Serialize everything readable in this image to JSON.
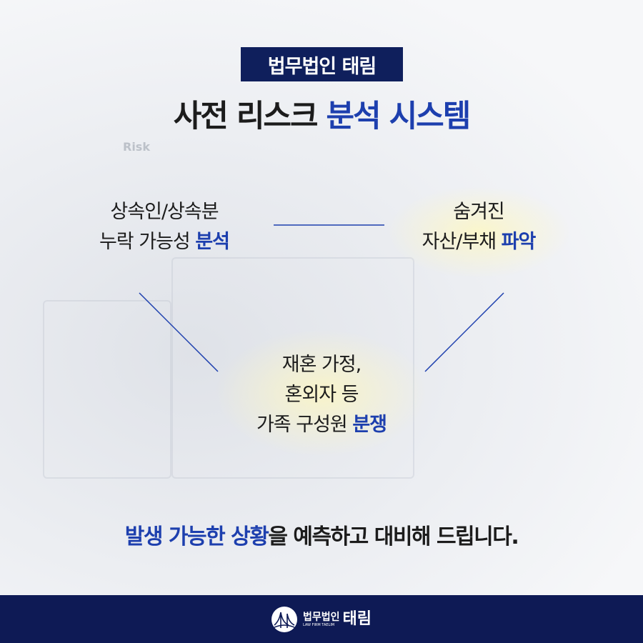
{
  "background": {
    "watermark_text": "Risk"
  },
  "badge": "법무법인 태림",
  "title": {
    "plain": "사전 리스크 ",
    "highlight": "분석 시스템"
  },
  "items": [
    {
      "line1": "상속인/상속분",
      "line2_plain": "누락 가능성 ",
      "line2_highlight": "분석"
    },
    {
      "line1": "숨겨진",
      "line2_plain": "자산/부채 ",
      "line2_highlight": "파악"
    },
    {
      "line1": "재혼 가정,",
      "line2": "혼외자 등",
      "line3_plain": "가족 구성원 ",
      "line3_highlight": "분쟁"
    }
  ],
  "tagline": {
    "highlight": "발생 가능한 상황",
    "plain": "을 예측하고 대비해 드립니다."
  },
  "footer": {
    "logo_ko_small": "법무법인",
    "logo_en": "LAW FIRM TAELIM",
    "logo_ko_big": "태림"
  },
  "colors": {
    "navy": "#0f1f5c",
    "accent_blue": "#1d3fae",
    "footer": "#0e1a55"
  }
}
